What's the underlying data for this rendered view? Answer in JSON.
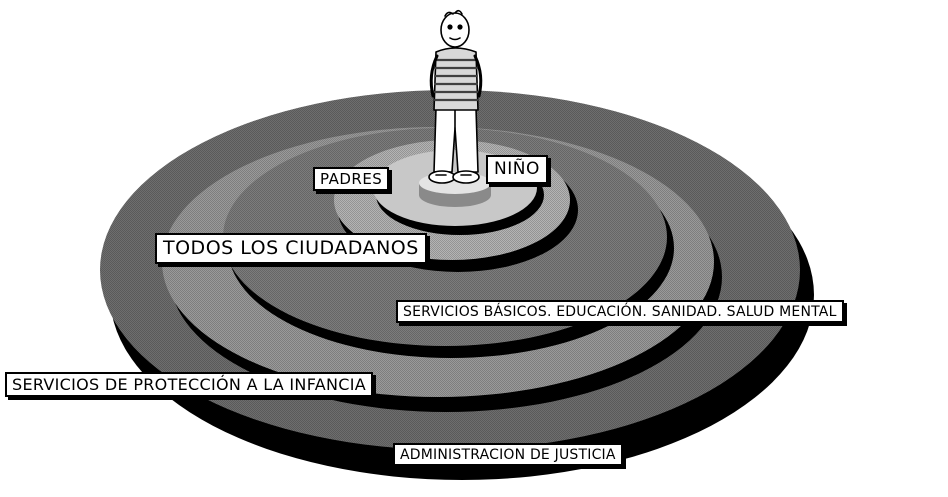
{
  "diagram": {
    "type": "concentric-circles",
    "rings_outer_to_inner": [
      "ADMINISTRACION DE JUSTICIA",
      "SERVICIOS DE PROTECCIÓN A LA INFANCIA",
      "SERVICIOS BÁSICOS. EDUCACIÓN. SANIDAD. SALUD MENTAL",
      "TODOS LOS CIUDADANOS",
      "PADRES",
      "NIÑO"
    ],
    "center_figure": "child-figure"
  },
  "labels": {
    "nino": "NIÑO",
    "padres": "PADRES",
    "ciudadanos": "TODOS LOS CIUDADANOS",
    "servicios_basicos": "SERVICIOS BÁSICOS. EDUCACIÓN. SANIDAD. SALUD MENTAL",
    "proteccion": "SERVICIOS DE PROTECCIÓN A LA INFANCIA",
    "justicia": "ADMINISTRACION DE JUSTICIA"
  },
  "colors": {
    "ring_outer": "#6e6e6e",
    "ring_2": "#9a9a9a",
    "ring_3": "#7c7c7c",
    "ring_4": "#b4b4b4",
    "ring_5": "#c8c8c8",
    "ring_center": "#e4e4e4",
    "shadow": "#000000"
  }
}
